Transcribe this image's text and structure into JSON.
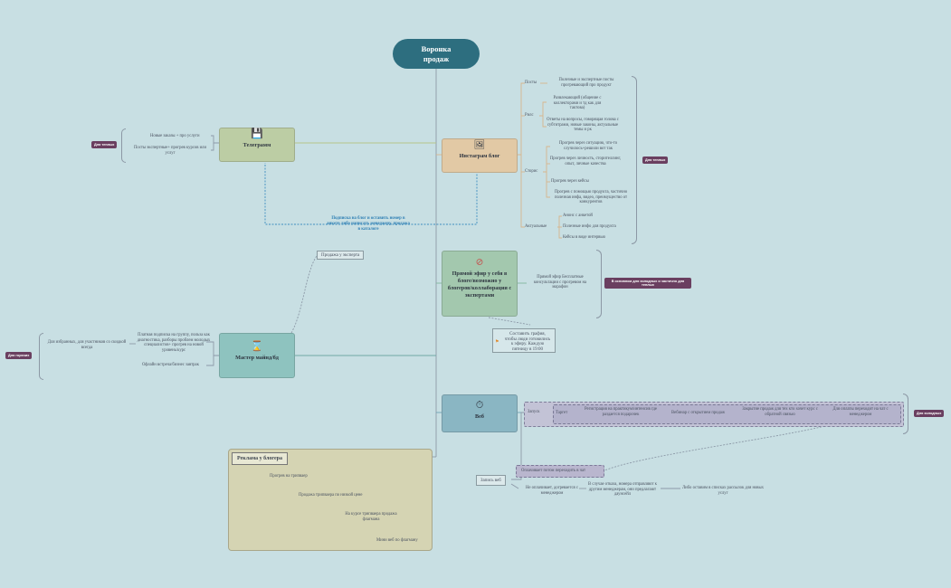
{
  "root": "Воронка продаж",
  "telegram": {
    "title": "Телеграмм",
    "tag": "Для теплых",
    "items": [
      "Новые заказы + про услуги",
      "Посты экспертные+ прогрев курсов или услуг"
    ]
  },
  "instagram": {
    "title": "Инстаграм блог",
    "tag": "Для теплых",
    "groups": [
      {
        "label": "Посты",
        "items": [
          "Полезные и экспертные посты прогревающий про продукт"
        ]
      },
      {
        "label": "Рилс",
        "items": [
          "Развлекающий (общение с коллекторами и тд как для тактова)",
          "Ответы на вопросы, говорящая голова с субтитрами, новые законы, актуальные темы и рк"
        ]
      },
      {
        "label": "Сторис",
        "items": [
          "Прогрев через ситуацию, что-то случилось+решили вот так",
          "Прогрев через личность, сторителлинг, опыт, личные качества",
          "Прогрев через кейсы",
          "Прогрев с помощью продукта, частично полезная инфа, видео, преимущество от конкурентов"
        ]
      },
      {
        "label": "Актуальные",
        "items": [
          "Анонс с анкетой",
          "Полезные инфо для продукта",
          "Кейсы в виде интервью"
        ]
      }
    ]
  },
  "note_link": "Подписка на блог и оставить номер в анкете либо написать менеджеру, продажа в каталоге",
  "live": {
    "title": "Прямой эфир у себя в блоге/возможно у блогеров/коллаборация с экспертами",
    "item": "Прямой эфир Бесплатные консультации с прогревом на марафон",
    "tag": "В основном для холодных и частично для теплых",
    "schedule": "Составить графия, чтобы люди готовились к эфиру. Каждую пятницу в 19:00"
  },
  "master": {
    "title": "Мастер майнд/бд",
    "tag": "Для горячих",
    "left_item": "Для избранных, для участников со скидкой всегда",
    "items": [
      "Платная подписка на группу, польза как диагностика, разборы проблем молодых специалистов+ прогрев на новой уровень/курс",
      "Офлайн встреча/бизнес завтрак"
    ],
    "expert_sale": "Продажа у эксперта"
  },
  "web": {
    "title": "Веб",
    "tag": "Для холодных",
    "launch": "Запуск",
    "steps": [
      "Таргет",
      "Регистрация на практикум/интенсив где раздается подарочек",
      "Вебинар с открытием продаж",
      "Закрытие продаж для тех кто хочет курс с обратной связью",
      "Для оплаты переходит на чат с менеджером"
    ],
    "record": "Запись веб",
    "chat": "Оплачивает потом переходить в чат",
    "unpaid": "Не оплачивает, догревается с менеджером",
    "refusal": "В случае отказа, номера отправляют к другим менеджерам, они предлагают даунсейл",
    "database": "Либо оставим в списках рассылок для новых услуг"
  },
  "promo": {
    "title": "Реклама у блогера",
    "steps": [
      "Прогрев на трипваер",
      "Продажа трипваера по низкой цене",
      "На курсе трипваера продажа флагмана",
      "Мини веб по флагману"
    ]
  }
}
